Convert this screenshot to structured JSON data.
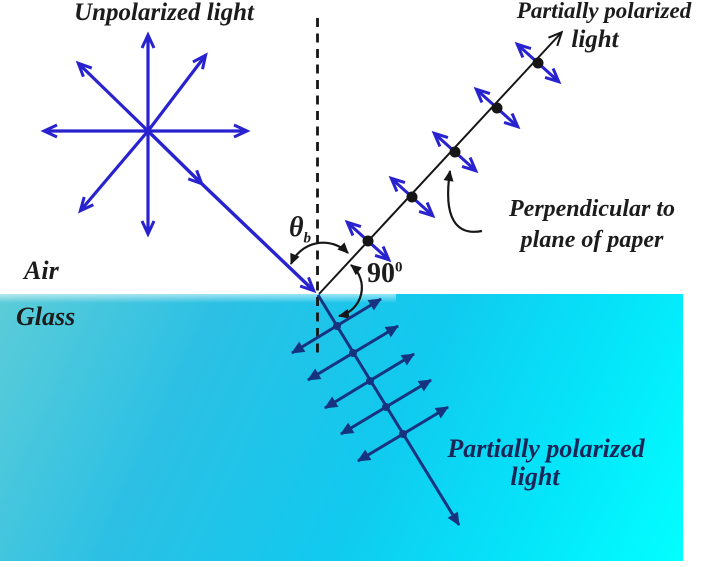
{
  "labels": {
    "unpolarized": "Unpolarized light",
    "reflected_polarized_line1": "Partially polarized",
    "reflected_polarized_line2": "light",
    "perpendicular_note_line1": "Perpendicular to",
    "perpendicular_note_line2": "plane of paper",
    "air": "Air",
    "glass": "Glass",
    "brewster_angle_symbol": "θ",
    "brewster_angle_sub": "b",
    "right_angle": "90",
    "right_angle_sup": "0",
    "refracted_polarized_line1": "Partially polarized",
    "refracted_polarized_line2": "light"
  },
  "colors": {
    "incident-blue": "#2823cf",
    "ray-black": "#161616",
    "refracted-navy": "#15337f",
    "ink": "#1c1c1c",
    "refracted-text": "#1a2558",
    "glass-start": "#5cccd8",
    "glass-end": "#02ffff"
  }
}
